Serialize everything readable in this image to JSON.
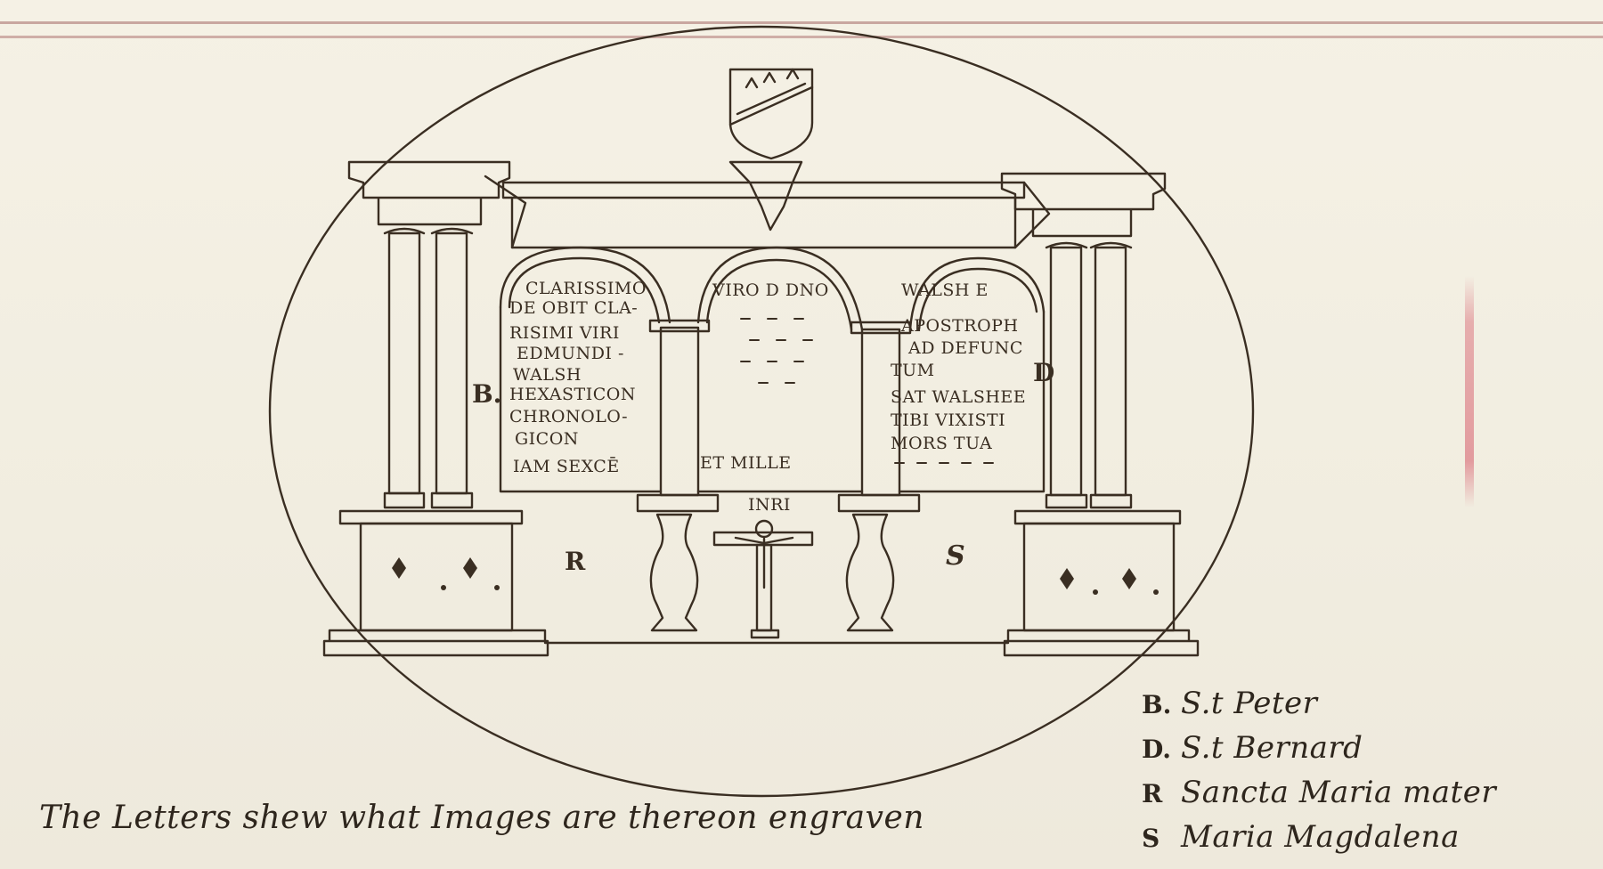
{
  "inscription": {
    "left": [
      "CLARISSIMO",
      "DE OBIT CLA-",
      "RISIMI VIRI",
      "EDMUNDI -",
      "WALSH",
      "HEXASTICON",
      "CHRONOLO-",
      "GICON"
    ],
    "left_bottom": "IAM SEXCĒ",
    "center_top": "VIRO D DNO",
    "center_bottom": "ET MILLE",
    "right": [
      "WALSH E",
      "APOSTROPH",
      "AD DEFUNC",
      "TUM",
      "SAT WALSHEE",
      "TIBI VIXISTI",
      "MORS TUA"
    ],
    "cross_title": "INRI"
  },
  "image_letters": {
    "b": "B.",
    "d": "D",
    "r": "R",
    "s": "S"
  },
  "legend": [
    {
      "letter": "B.",
      "name": "S.t Peter"
    },
    {
      "letter": "D.",
      "name": "S.t Bernard"
    },
    {
      "letter": "R",
      "name": "Sancta Maria mater"
    },
    {
      "letter": "S",
      "name": "Maria Magdalena"
    }
  ],
  "caption": "The Letters shew what Images are thereon engraven"
}
